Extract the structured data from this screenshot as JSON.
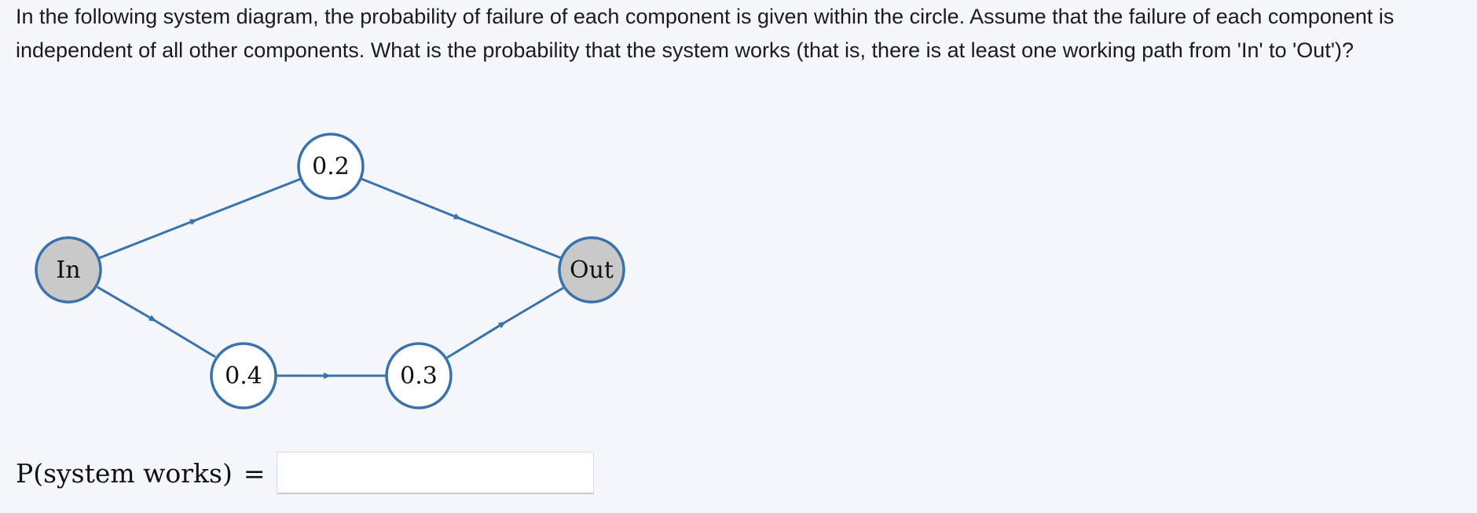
{
  "question": {
    "text": "In the following system diagram, the probability of failure of each component is given within the circle. Assume that the failure of each component is independent of all other components. What is the probability that the system works (that is, there is at least one working path from 'In' to 'Out')?"
  },
  "diagram": {
    "nodes": {
      "in": "In",
      "out": "Out",
      "top": "0.2",
      "bottom_left": "0.4",
      "bottom_right": "0.3"
    },
    "colors": {
      "edge": "#3a72ad",
      "node_border": "#3a72ad",
      "terminal_fill": "#c9c9c9",
      "component_fill": "#ffffff"
    }
  },
  "answer": {
    "label": "P(system works)",
    "equals": "=",
    "value": "",
    "placeholder": ""
  }
}
